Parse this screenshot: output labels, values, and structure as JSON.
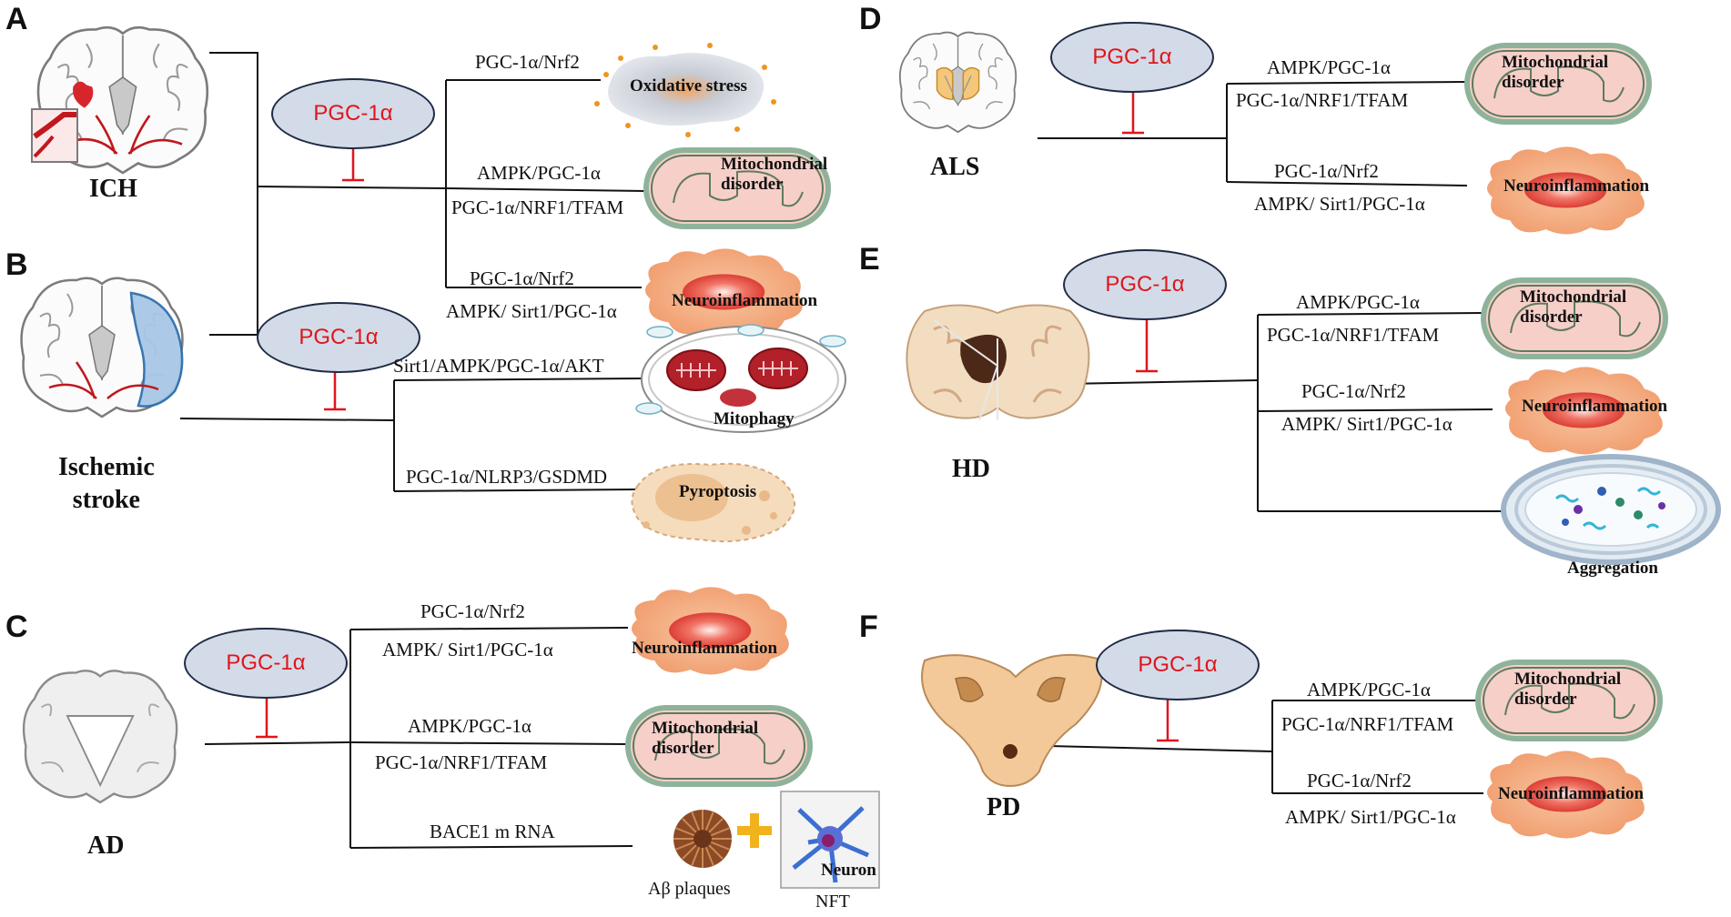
{
  "panels": {
    "A": {
      "letter": "A",
      "disease": "ICH",
      "inhibitor": "PGC-1α",
      "pathways": [
        "PGC-1α/Nrf2",
        "AMPK/PGC-1α",
        "PGC-1α/NRF1/TFAM",
        "PGC-1α/Nrf2",
        "AMPK/ Sirt1/PGC-1α"
      ],
      "outcomes": [
        "Oxidative stress",
        "Mitochondrial disorder",
        "Neuroinflammation"
      ]
    },
    "B": {
      "letter": "B",
      "disease_line1": "Ischemic",
      "disease_line2": "stroke",
      "inhibitor": "PGC-1α",
      "pathways": [
        "Sirt1/AMPK/PGC-1α/AKT",
        "PGC-1α/NLRP3/GSDMD"
      ],
      "outcomes": [
        "Mitophagy",
        "Pyroptosis"
      ]
    },
    "C": {
      "letter": "C",
      "disease": "AD",
      "inhibitor": "PGC-1α",
      "pathways": [
        "PGC-1α/Nrf2",
        "AMPK/ Sirt1/PGC-1α",
        "AMPK/PGC-1α",
        "PGC-1α/NRF1/TFAM",
        "BACE1 m RNA"
      ],
      "outcomes": [
        "Neuroinflammation",
        "Mitochondrial disorder",
        "Aβ plaques",
        "Neuron",
        "NFT"
      ]
    },
    "D": {
      "letter": "D",
      "disease": "ALS",
      "inhibitor": "PGC-1α",
      "pathways": [
        "AMPK/PGC-1α",
        "PGC-1α/NRF1/TFAM",
        "PGC-1α/Nrf2",
        "AMPK/ Sirt1/PGC-1α"
      ],
      "outcomes": [
        "Mitochondrial disorder",
        "Neuroinflammation"
      ]
    },
    "E": {
      "letter": "E",
      "disease": "HD",
      "inhibitor": "PGC-1α",
      "pathways": [
        "AMPK/PGC-1α",
        "PGC-1α/NRF1/TFAM",
        "PGC-1α/Nrf2",
        "AMPK/ Sirt1/PGC-1α"
      ],
      "outcomes": [
        "Mitochondrial disorder",
        "Neuroinflammation",
        "Aggregation"
      ]
    },
    "F": {
      "letter": "F",
      "disease": "PD",
      "inhibitor": "PGC-1α",
      "pathways": [
        "AMPK/PGC-1α",
        "PGC-1α/NRF1/TFAM",
        "PGC-1α/Nrf2",
        "AMPK/ Sirt1/PGC-1α"
      ],
      "outcomes": [
        "Mitochondrial disorder",
        "Neuroinflammation"
      ]
    }
  },
  "icons": {
    "brain": "brain-section-icon",
    "mito": "mitochondrion-icon",
    "cell": "inflamed-cell-icon",
    "oxidative": "oxidative-stress-icon",
    "mitophagy": "mitophagy-icon",
    "pyroptosis": "pyroptosis-icon",
    "plaque": "amyloid-plaque-icon",
    "neuron": "neuron-icon",
    "aggregation": "protein-aggregation-icon",
    "midbrain": "midbrain-section-icon",
    "plus": "plus-icon"
  },
  "colors": {
    "inhibitor_text": "#e0151b",
    "inhibitor_fill": "#d3dbe8",
    "mito_fill": "#f6cfc8",
    "mito_outline": "#5f7a5f",
    "cell_fill": "#f4b48a",
    "cell_core": "#e2473a",
    "inhibit_bar": "#e0151b"
  }
}
